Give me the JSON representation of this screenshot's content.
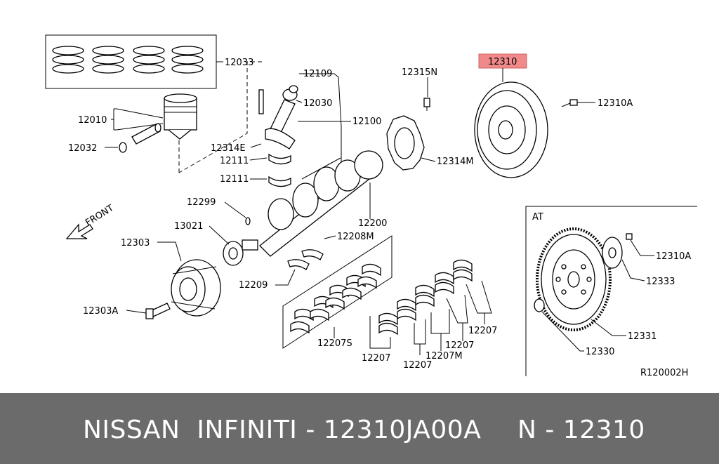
{
  "diagram": {
    "callouts": {
      "piston_rings": "12033",
      "con_rod": "12109",
      "piston": "12010",
      "bushing": "12030",
      "crank_assy": "12100",
      "piston_pin": "12032",
      "snap_ring": "12314E",
      "rod_bearing_upper": "12111",
      "rod_bearing_lower": "12111",
      "flywheel_bolt_top": "12315N",
      "signal_plate": "12314M",
      "crankshaft": "12200",
      "key": "12299",
      "oil_seal": "13021",
      "pulley": "12303",
      "thrust_bearing": "12208M",
      "thrust_washer": "12209",
      "pulley_bolt": "12303A",
      "main_bearing_set": "12207S",
      "main_bearing_1": "12207",
      "main_bearing_2": "12207",
      "main_bearing_3": "12207M",
      "main_bearing_4": "12207",
      "main_bearing_5": "12207",
      "flywheel": "12310",
      "flywheel_bolt": "12310A",
      "at_bolt": "12310A",
      "at_plate": "12333",
      "drive_plate": "12331",
      "pilot": "12330"
    },
    "front_label": "FRONT",
    "at_label": "AT",
    "diagram_code": "R120002H",
    "highlight_color": "#f08a8a"
  },
  "footer": {
    "left_text": "NISSAN  INFINITI - 12310JA00A",
    "right_text": "N - 12310",
    "bg_color": "#6b6b6b"
  }
}
